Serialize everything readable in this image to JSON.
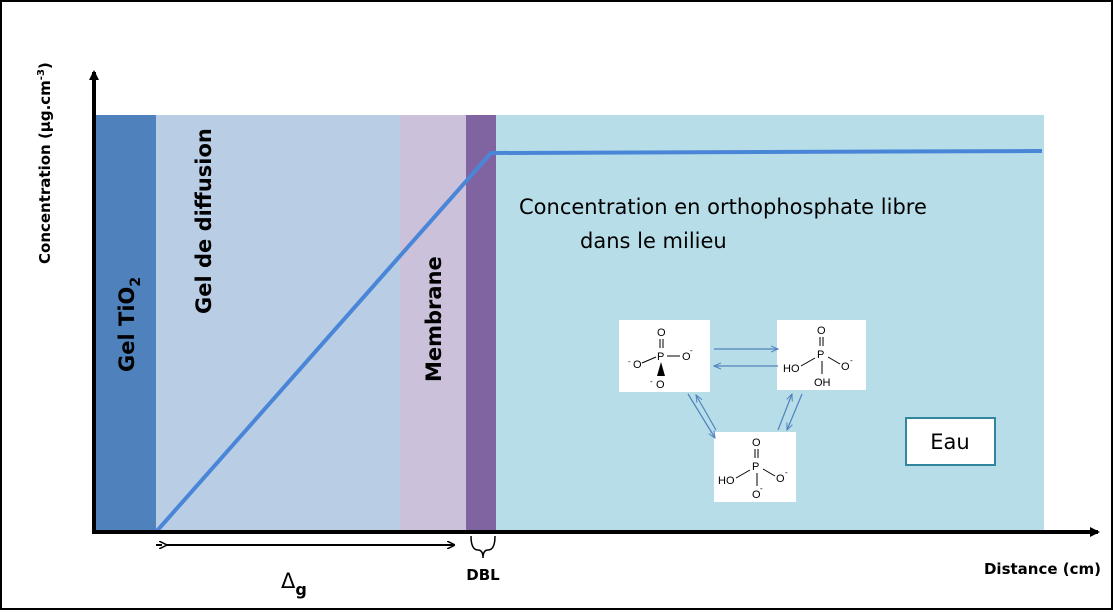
{
  "colors": {
    "gel_tio2": "#4f81bd",
    "gel_diffusion": "#b9cde5",
    "membrane": "#ccc1da",
    "dbl": "#8064a2",
    "eau": "#b7dee8",
    "concentration_line": "#4a86d8",
    "axis": "#000000"
  },
  "labels": {
    "y_axis": "Concentration (µg.cm",
    "y_axis_sup": "-3",
    "y_axis_close": ")",
    "x_axis": "Distance (cm)",
    "gel_tio2": "Gel TiO",
    "gel_tio2_sub": "2",
    "gel_diffusion": "Gel de diffusion",
    "membrane": "Membrane",
    "delta": "Δ",
    "delta_sub": "g",
    "dbl": "DBL",
    "concentration_line1": "Concentration en orthophosphate libre",
    "concentration_line2": "dans le milieu",
    "eau": "Eau"
  },
  "molecules": {
    "po4": {
      "top": "O",
      "center": "P",
      "left": "O",
      "left_charge": "-",
      "right": "O",
      "right_charge": "-",
      "bottom": "O",
      "bottom_charge": "-"
    },
    "h2po4": {
      "top": "O",
      "center": "P",
      "left": "HO",
      "right": "O",
      "right_charge": "-",
      "bottom": "OH"
    },
    "hpo4": {
      "top": "O",
      "center": "P",
      "left": "HO",
      "right": "O",
      "right_charge": "-",
      "bottom": "O",
      "bottom_charge": "-"
    }
  }
}
